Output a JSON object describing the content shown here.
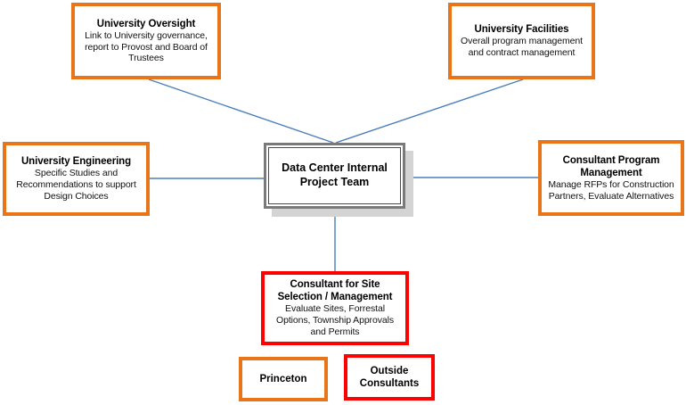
{
  "diagram": {
    "type": "organization-chart",
    "background_color": "#FFFFFF",
    "colors": {
      "princeton_orange": "#E8751A",
      "outside_consultant_red": "#FF0000",
      "connector_blue": "#4A7EBC",
      "center_border_gray": "#7A7A7A",
      "center_shadow_gray": "#D4D4D4"
    },
    "center_node": {
      "line1": "Data Center Internal",
      "line2": "Project Team"
    },
    "nodes": [
      {
        "id": "university-oversight",
        "title": "University Oversight",
        "desc": "Link to University governance, report to Provost and Board of Trustees",
        "color": "#E8751A",
        "category": "Princeton"
      },
      {
        "id": "university-facilities",
        "title": "University Facilities",
        "desc": "Overall program management and contract management",
        "color": "#E8751A",
        "category": "Princeton"
      },
      {
        "id": "university-engineering",
        "title": "University Engineering",
        "desc": "Specific Studies and Recommendations to support Design Choices",
        "color": "#E8751A",
        "category": "Princeton"
      },
      {
        "id": "consultant-program-management",
        "title": "Consultant Program Management",
        "desc": "Manage RFPs for Construction Partners, Evaluate Alternatives",
        "color": "#E8751A",
        "category": "Princeton"
      },
      {
        "id": "consultant-site-selection",
        "title": "Consultant for Site Selection / Management",
        "desc": "Evaluate Sites, Forrestal Options, Township Approvals and Permits",
        "color": "#FF0000",
        "category": "Outside Consultants"
      }
    ],
    "legend": [
      {
        "id": "legend-princeton",
        "label": "Princeton",
        "color": "#E8751A"
      },
      {
        "id": "legend-outside-consultants",
        "label": "Outside Consultants",
        "color": "#FF0000"
      }
    ],
    "connectors": [
      {
        "from": "university-oversight",
        "to": "center_node"
      },
      {
        "from": "university-facilities",
        "to": "center_node"
      },
      {
        "from": "university-engineering",
        "to": "center_node"
      },
      {
        "from": "consultant-program-management",
        "to": "center_node"
      },
      {
        "from": "consultant-site-selection",
        "to": "center_node"
      }
    ]
  }
}
